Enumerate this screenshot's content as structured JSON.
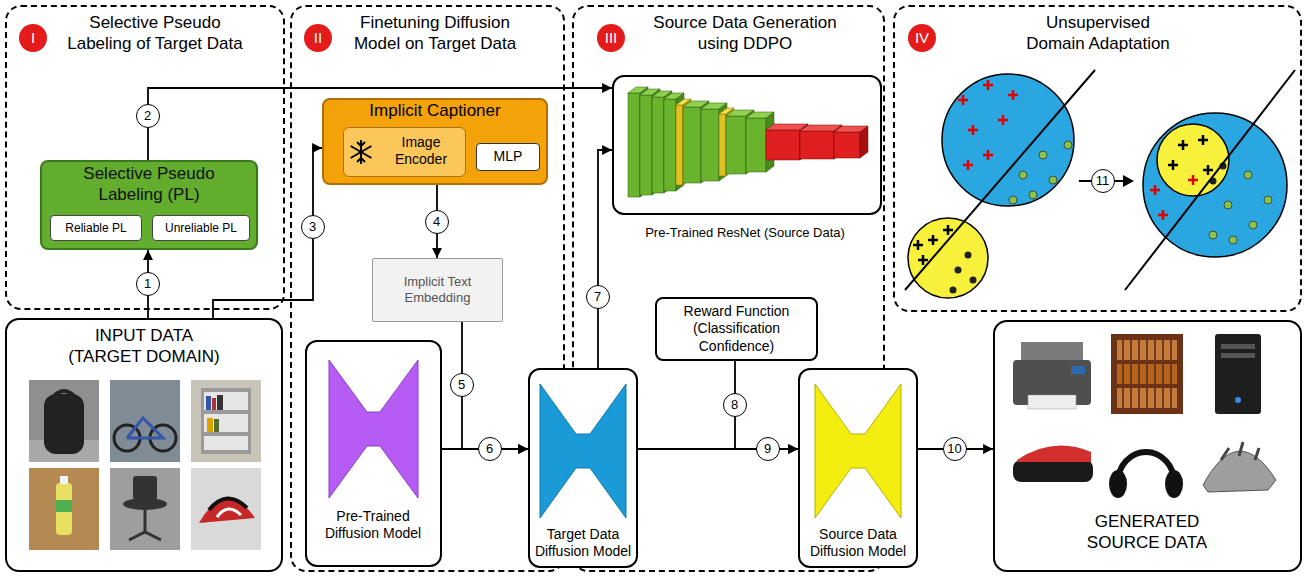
{
  "diagram": {
    "nodes": [
      {
        "text": [
          "Selective Pseudo Labeling of Target Data"
        ]
      },
      {
        "text": [
          "I"
        ],
        "in": 0
      },
      {
        "text": [
          "Selective Pseudo Labeling (PL)"
        ],
        "in": 0
      },
      {
        "text": [
          "Reliable PL"
        ],
        "in": 2
      },
      {
        "text": [
          "Unreliable PL"
        ],
        "in": 2
      },
      {
        "text": [
          "Finetuning Diffusion Model on Target Data"
        ]
      },
      {
        "text": [
          "II"
        ],
        "in": 5
      },
      {
        "text": [
          "Implicit Captioner"
        ],
        "in": 5
      },
      {
        "text": [
          "Image Encoder"
        ],
        "in": 7
      },
      {
        "text": [
          "MLP"
        ],
        "in": 7
      },
      {
        "text": [
          "Implicit Text Embedding"
        ],
        "in": 5
      },
      {
        "text": [
          "Pre-Trained Diffusion Model"
        ],
        "in": 5
      },
      {
        "text": [
          "Source Data Generation using DDPO"
        ]
      },
      {
        "text": [
          "III"
        ],
        "in": 12
      },
      {
        "text": [
          "Pre-Trained ResNet (Source Data)"
        ],
        "in": 12
      },
      {
        "text": [
          "Reward Function (Classification Confidence)"
        ],
        "in": 12
      },
      {
        "text": [
          "Unsupervised Domain Adaptation"
        ]
      },
      {
        "text": [
          "IV"
        ],
        "in": 16
      },
      {
        "text": [
          "INPUT DATA (TARGET DOMAIN)"
        ]
      },
      {
        "text": [
          "Target Data Diffusion Model"
        ]
      },
      {
        "text": [
          "Source Data Diffusion Model"
        ]
      },
      {
        "text": [
          "GENERATED SOURCE DATA"
        ]
      }
    ],
    "edges": [
      {
        "from": 18,
        "to": 2,
        "label": "1",
        "arrow": "to"
      },
      {
        "from": 2,
        "to": 14,
        "label": "2",
        "arrow": "to"
      },
      {
        "from": 18,
        "to": 7,
        "label": "3",
        "arrow": "to"
      },
      {
        "from": 7,
        "to": 10,
        "label": "4",
        "arrow": "to"
      },
      {
        "from": 10,
        "to": 19,
        "label": "5",
        "arrow": "to"
      },
      {
        "from": 11,
        "to": 19,
        "label": "6",
        "arrow": "to"
      },
      {
        "from": 19,
        "to": 14,
        "label": "7",
        "arrow": "to"
      },
      {
        "from": 15,
        "to": 20,
        "label": "8",
        "arrow": "to"
      },
      {
        "from": 19,
        "to": 20,
        "label": "9",
        "arrow": "to"
      },
      {
        "from": 20,
        "to": 21,
        "label": "10",
        "arrow": "to"
      }
    ],
    "labels": [
      "11"
    ]
  }
}
